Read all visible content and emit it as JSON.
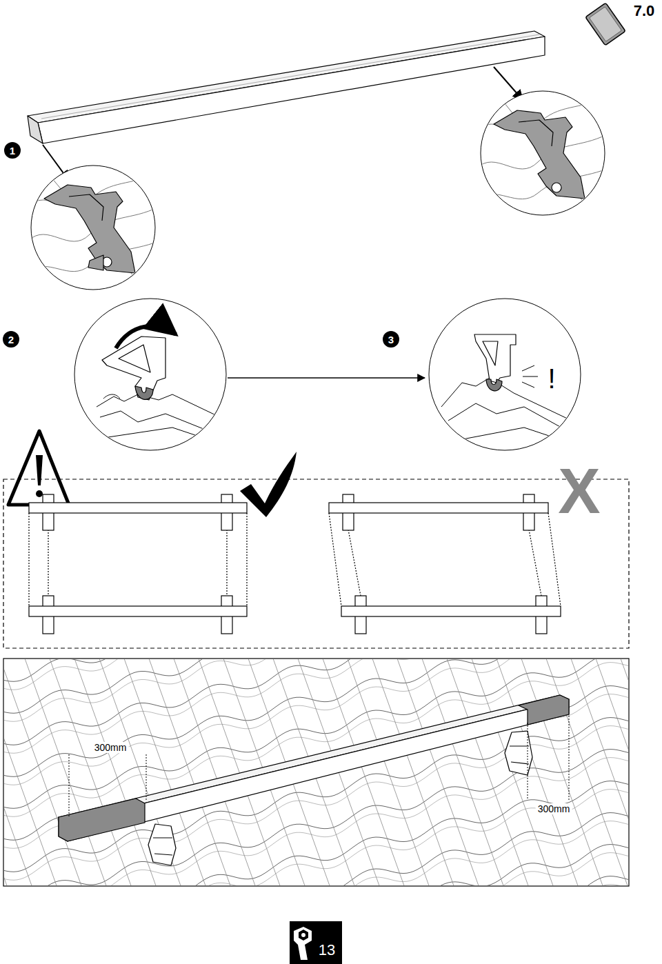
{
  "diagram": {
    "labels": [
      "7.0",
      "1",
      "2",
      "3",
      "!",
      "X",
      "300mm",
      "300mm",
      "13"
    ]
  }
}
